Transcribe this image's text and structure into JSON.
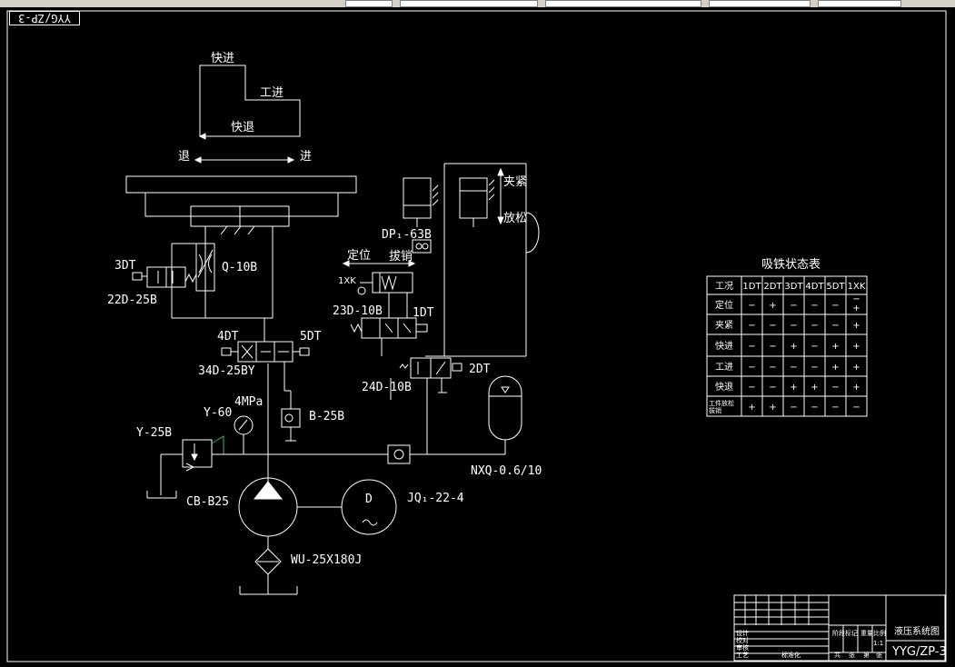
{
  "drawing": {
    "frame_tab": "YYG/ZP-3",
    "motion": {
      "fast_forward": "快进",
      "work_feed": "工进",
      "fast_return": "快退",
      "retreat": "退",
      "advance": "进"
    },
    "components": {
      "q10b": "Q-10B",
      "dt3": "3DT",
      "d22": "22D-25B",
      "dt4": "4DT",
      "dt5": "5DT",
      "d34": "34D-25BY",
      "y60": "Y-60",
      "mpa": "4MPa",
      "b25b": "B-25B",
      "y25b": "Y-25B",
      "cb": "CB-B25",
      "motor_letter": "D",
      "motor": "JQ₁-22-4",
      "filter": "WU-25X180J",
      "dp": "DP₁-63B",
      "clamp": "夹紧",
      "release": "放松",
      "locate": "定位",
      "pull_pin": "拔销",
      "xk1": "1XK",
      "d23": "23D-10B",
      "dt1": "1DT",
      "d24": "24D-10B",
      "dt2": "2DT",
      "nxq": "NXQ-0.6/10"
    },
    "table": {
      "title": "吸铁状态表",
      "headers": [
        "工况",
        "1DT",
        "2DT",
        "3DT",
        "4DT",
        "5DT",
        "1XK"
      ],
      "rows": [
        [
          "定位",
          "−",
          "+",
          "−",
          "−",
          "−",
          "−\n+"
        ],
        [
          "夹紧",
          "−",
          "−",
          "−",
          "−",
          "−",
          "+"
        ],
        [
          "快进",
          "−",
          "−",
          "+",
          "−",
          "+",
          "+"
        ],
        [
          "工进",
          "−",
          "−",
          "−",
          "−",
          "+",
          "+"
        ],
        [
          "快退",
          "−",
          "−",
          "+",
          "+",
          "−",
          "+"
        ],
        [
          "工件放松拔销",
          "+",
          "+",
          "−",
          "−",
          "−",
          "−"
        ]
      ]
    },
    "title_block": {
      "name": "液压系统图",
      "code": "YYG/ZP-3",
      "design": "设计",
      "check": "校对",
      "review": "审核",
      "process": "工艺",
      "std": "标准化",
      "stage_mark": "阶段标记",
      "weight": "重量",
      "scale": "比例",
      "scale_val": "1:1",
      "total": "共",
      "sheets": "张",
      "page": "第",
      "sheet2": "张"
    }
  }
}
